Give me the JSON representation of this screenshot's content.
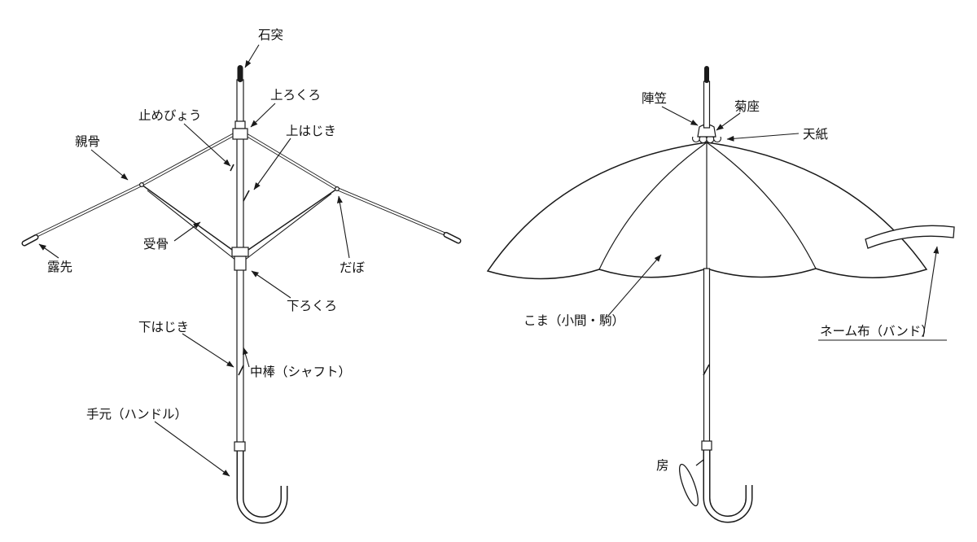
{
  "colors": {
    "line": "#1a1a1a",
    "background": "#ffffff"
  },
  "left_diagram": {
    "labels": {
      "ishizuki": "石突",
      "kami_rokuro": "上ろくろ",
      "tomebyo": "止めびょう",
      "oyabone": "親骨",
      "uwahajiki": "上はじき",
      "tsuyusaki": "露先",
      "ukebone": "受骨",
      "dabo": "だぼ",
      "shimo_rokuro": "下ろくろ",
      "shita_hajiki": "下はじき",
      "nakabou": "中棒（シャフト）",
      "temoto": "手元（ハンドル）"
    }
  },
  "right_diagram": {
    "labels": {
      "jingasa": "陣笠",
      "kikuza": "菊座",
      "tengami": "天紙",
      "koma": "こま（小間・駒）",
      "name_cloth": "ネーム布（バンド）",
      "fusa": "房"
    }
  }
}
